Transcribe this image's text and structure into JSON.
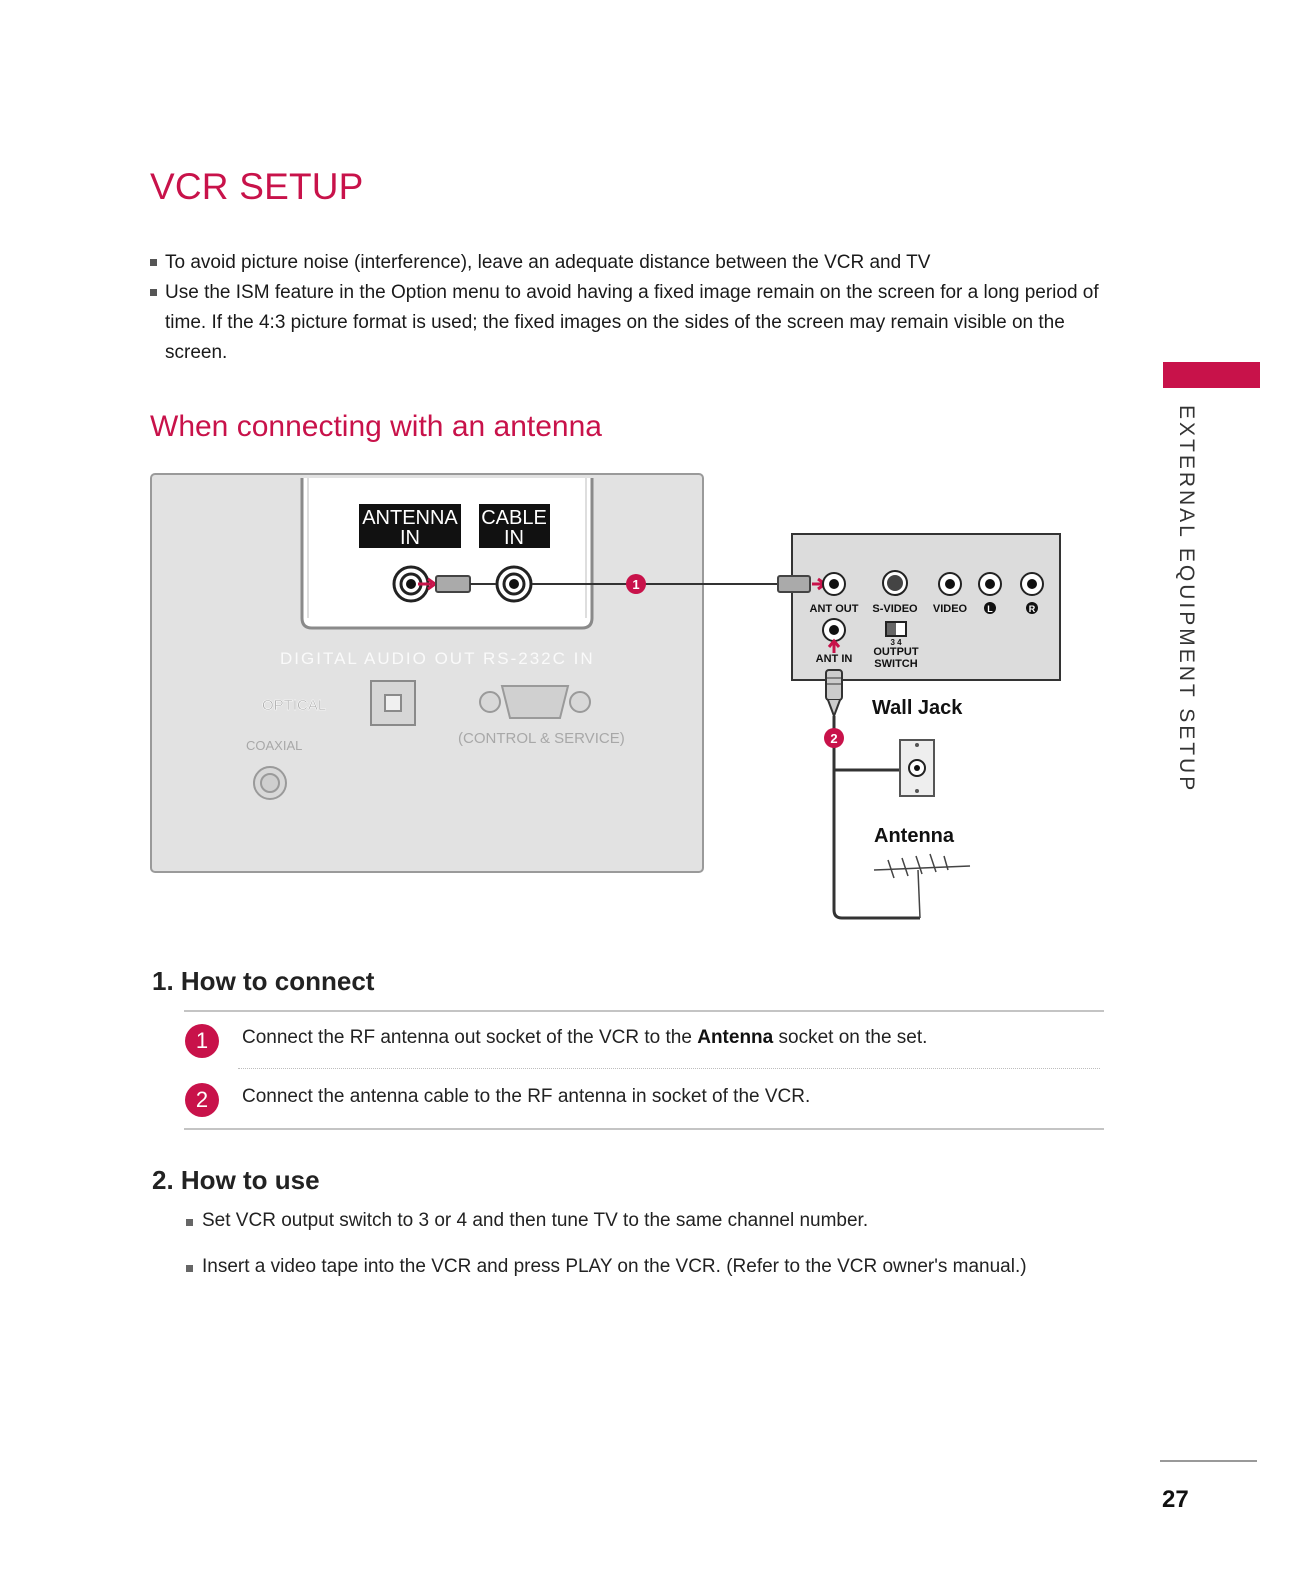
{
  "page": {
    "title": "VCR SETUP",
    "intro_bullets": [
      "To avoid picture noise (interference), leave an adequate distance between the VCR and TV",
      "Use the ISM feature in the Option menu to avoid having a fixed image remain on the screen for a long period of time.  If the 4:3 picture format is used; the fixed images on the sides of the screen may remain visible on the screen."
    ],
    "subtitle": "When connecting with an antenna",
    "side_label": "EXTERNAL EQUIPMENT SETUP",
    "page_number": "27"
  },
  "diagram": {
    "tv_antenna_label": [
      "ANTENNA",
      "IN"
    ],
    "tv_cable_label": [
      "CABLE",
      "IN"
    ],
    "tv_digital_audio_label": "DIGITAL AUDIO OUT",
    "tv_rs232_label": "RS-232C IN",
    "tv_optical_label": "OPTICAL",
    "tv_coaxial_label": "COAXIAL",
    "tv_control_label": "(CONTROL & SERVICE)",
    "vcr_ant_out": "ANT OUT",
    "vcr_svideo": "S-VIDEO",
    "vcr_video": "VIDEO",
    "vcr_audio_l": "L",
    "vcr_audio_r": "R",
    "vcr_ant_in": "ANT IN",
    "vcr_switch_34": "3  4",
    "vcr_output_switch": [
      "OUTPUT",
      "SWITCH"
    ],
    "wall_jack": "Wall Jack",
    "antenna": "Antenna",
    "marker_1": "1",
    "marker_2": "2"
  },
  "connect": {
    "title": "1. How to connect",
    "steps": [
      {
        "num": "1",
        "text_before": "Connect the RF antenna out socket of the VCR to the ",
        "bold": "Antenna",
        "text_after": " socket on the set."
      },
      {
        "num": "2",
        "text": "Connect the antenna cable to the RF antenna in socket of the VCR."
      }
    ]
  },
  "use": {
    "title": "2. How to use",
    "bullets": [
      "Set VCR output switch to 3 or 4 and then tune TV to the same channel number.",
      "Insert a video tape into the VCR and press PLAY on the VCR. (Refer to the VCR owner's manual.)"
    ]
  },
  "colors": {
    "accent": "#c8124a",
    "panel": "#e2e2e2",
    "vcr_panel": "#dcdcdc"
  }
}
